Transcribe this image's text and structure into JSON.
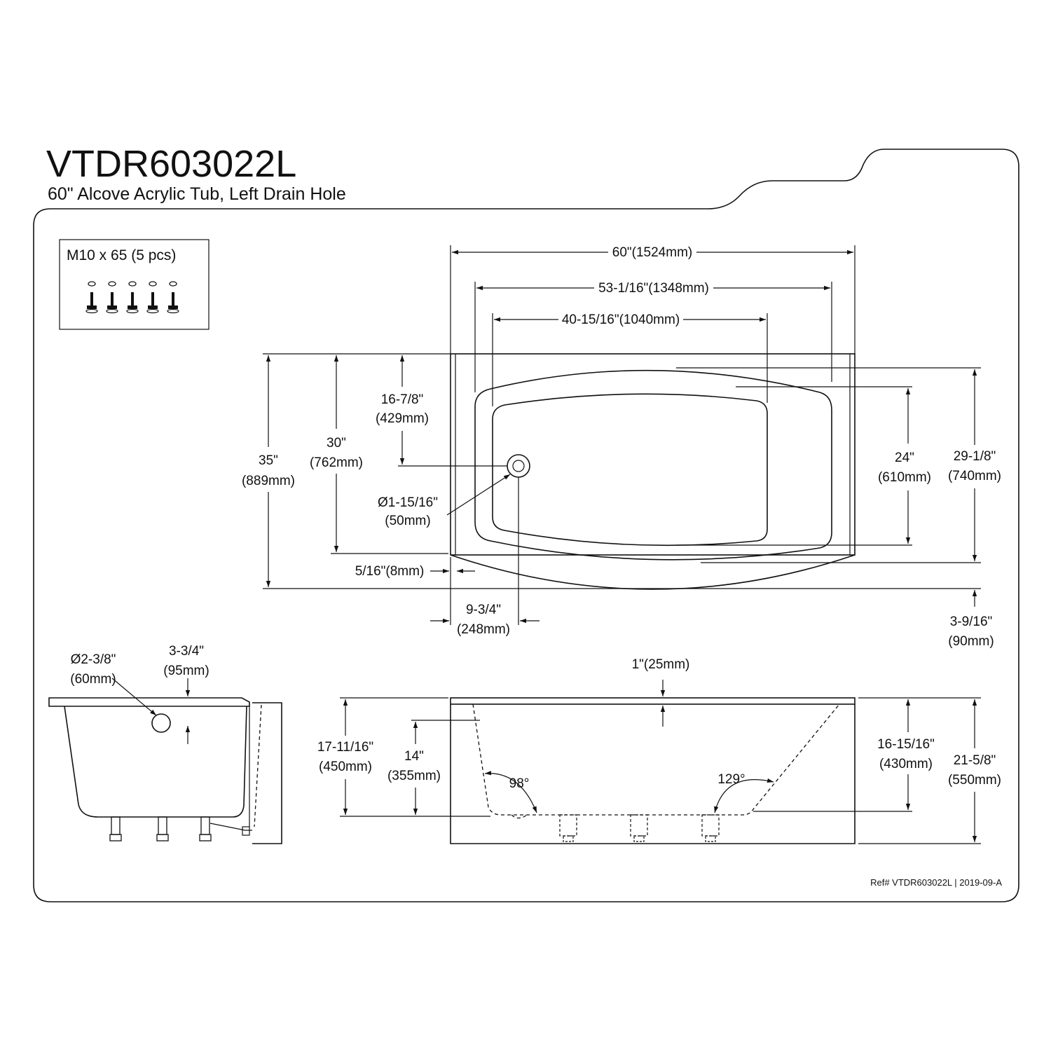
{
  "header": {
    "model": "VTDR603022L",
    "description": "60\" Alcove Acrylic Tub, Left Drain Hole"
  },
  "hardware": {
    "label": "M10 x 65 (5 pcs)"
  },
  "top_view": {
    "width_overall": "60\"(1524mm)",
    "width_inner": "53-1/16\"(1348mm)",
    "width_floor": "40-15/16\"(1040mm)",
    "drain_to_wall": "16-7/8\"",
    "drain_to_wall_mm": "(429mm)",
    "depth_30": "30\"",
    "depth_30_mm": "(762mm)",
    "depth_35": "35\"",
    "depth_35_mm": "(889mm)",
    "drain_dia": "Ø1-15/16\"",
    "drain_dia_mm": "(50mm)",
    "flange": "5/16\"(8mm)",
    "drain_offset": "9-3/4\"",
    "drain_offset_mm": "(248mm)",
    "floor_depth": "24\"",
    "floor_depth_mm": "(610mm)",
    "inner_depth": "29-1/8\"",
    "inner_depth_mm": "(740mm)",
    "apron_bulge": "3-9/16\"",
    "apron_bulge_mm": "(90mm)"
  },
  "side_view": {
    "overflow_dia": "Ø2-3/8\"",
    "overflow_dia_mm": "(60mm)",
    "overflow_drop": "3-3/4\"",
    "overflow_drop_mm": "(95mm)"
  },
  "front_view": {
    "rim": "1\"(25mm)",
    "apron_height": "17-11/16\"",
    "apron_height_mm": "(450mm)",
    "water_depth": "14\"",
    "water_depth_mm": "(355mm)",
    "angle_left": "98°",
    "angle_right": "129°",
    "interior_depth": "16-15/16\"",
    "interior_depth_mm": "(430mm)",
    "overall_height": "21-5/8\"",
    "overall_height_mm": "(550mm)"
  },
  "footer": {
    "ref": "Ref# VTDR603022L | 2019-09-A"
  }
}
